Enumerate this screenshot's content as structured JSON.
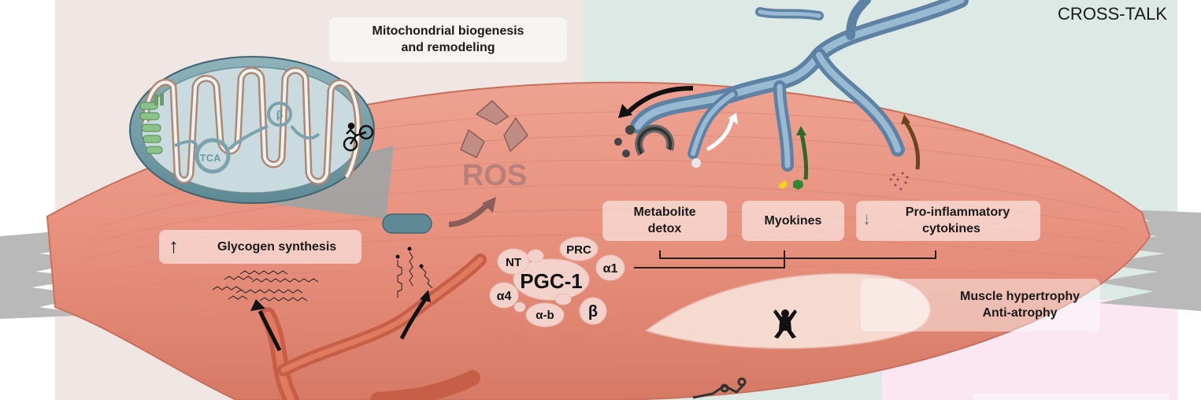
{
  "header": {
    "section_title": "CROSS-TALK"
  },
  "labels": {
    "mito_line1": "Mitochondrial biogenesis",
    "mito_line2": "and remodeling",
    "glycogen": "Glycogen synthesis",
    "metabolite_line1": "Metabolite",
    "metabolite_line2": "detox",
    "myokines": "Myokines",
    "proinflam_line1": "Pro-inflammatory",
    "proinflam_line2": "cytokines",
    "hypertrophy_line1": "Muscle hypertrophy",
    "hypertrophy_line2": "Anti-atrophy",
    "ros": "ROS"
  },
  "mitochondrion": {
    "tca": "TCA",
    "beta": "β"
  },
  "pgc1": {
    "center": "PGC-1",
    "isoforms": {
      "nt": "NT",
      "prc": "PRC",
      "a1": "α1",
      "a4": "α4",
      "ab": "α-b",
      "b": "β"
    }
  },
  "arrows": {
    "up": "↑",
    "down": "↓"
  },
  "colors": {
    "muscle": "#e8907e",
    "muscle_dark": "#c9644f",
    "vessel_blue": "#6f93b3",
    "vessel_red": "#d6654c",
    "mito": "#7ba3ad",
    "bg_left": "#f0e6e4",
    "bg_right": "#dde9e5",
    "bg_pink": "#fbe6f2"
  },
  "icons": [
    "recycle-icon",
    "cyclist-icon",
    "weightlifter-icon",
    "glycogen-chain-icon",
    "up-arrow-icon",
    "down-arrow-icon"
  ]
}
